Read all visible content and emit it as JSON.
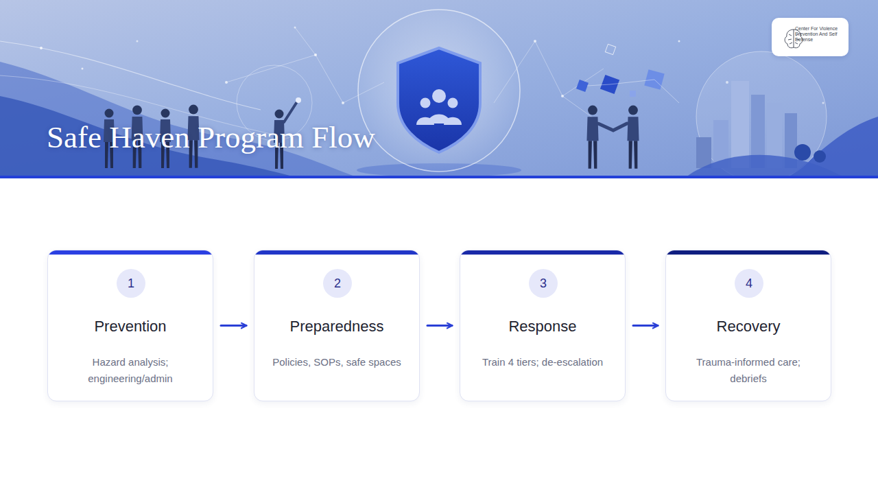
{
  "diagram": {
    "title": "Safe Haven Program Flow",
    "nodes": [
      {
        "text": [
          "Center For Violence Prevention And Self Defense"
        ]
      },
      {
        "text": [
          "Prevention",
          "Hazard analysis; engineering/admin"
        ]
      },
      {
        "text": [
          "1"
        ],
        "in": 1
      },
      {
        "text": [
          "Preparedness",
          "Policies, SOPs, safe spaces"
        ]
      },
      {
        "text": [
          "2"
        ],
        "in": 3
      },
      {
        "text": [
          "Response",
          "Train 4 tiers; de-escalation"
        ]
      },
      {
        "text": [
          "3"
        ],
        "in": 5
      },
      {
        "text": [
          "Recovery",
          "Trauma-informed care; debriefs"
        ]
      },
      {
        "text": [
          "4"
        ],
        "in": 7
      }
    ],
    "edges": [
      {
        "from": 1,
        "to": 3,
        "arrow": "to"
      },
      {
        "from": 3,
        "to": 5,
        "arrow": "to"
      },
      {
        "from": 5,
        "to": 7,
        "arrow": "to"
      }
    ]
  }
}
